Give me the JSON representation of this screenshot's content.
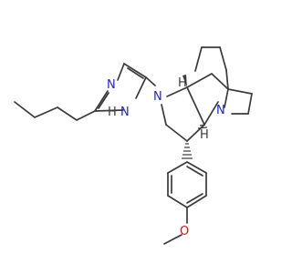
{
  "structure": {
    "kind": "skeletal-formula",
    "atom_labels": {
      "imidazole_n3": "N",
      "imidazole_nh": "N",
      "imidazole_h": "H",
      "pyrrolidine_n": "N",
      "bridgehead_n": "N",
      "bridgehead_h": "H",
      "aryl_h": "H",
      "methoxy_o": "O"
    }
  },
  "colors": {
    "bond": "#3a3a3a",
    "nitrogen": "#2323d8",
    "oxygen": "#e01010",
    "background": "#ffffff"
  }
}
